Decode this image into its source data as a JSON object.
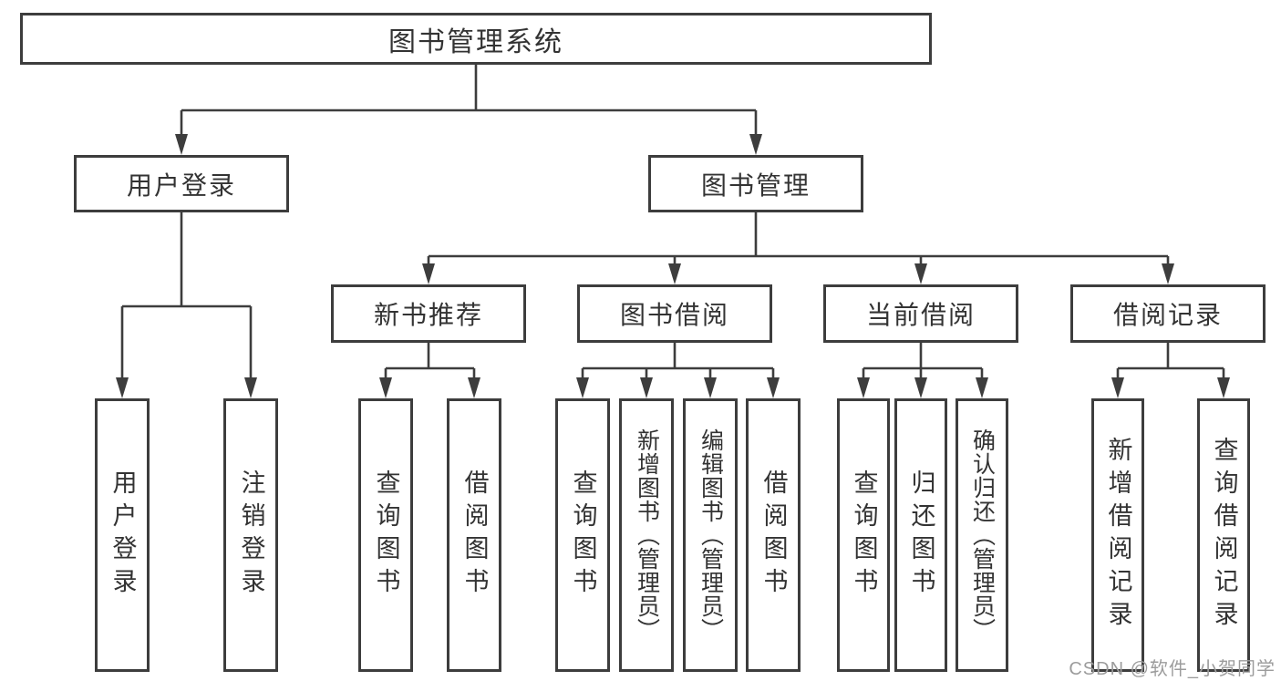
{
  "diagram": {
    "root": {
      "label": "图书管理系统"
    },
    "branches": [
      {
        "label": "用户登录",
        "children": [
          {
            "label": "用户登录"
          },
          {
            "label": "注销登录"
          }
        ]
      },
      {
        "label": "图书管理",
        "children": [
          {
            "label": "新书推荐",
            "children": [
              {
                "label": "查询图书"
              },
              {
                "label": "借阅图书"
              }
            ]
          },
          {
            "label": "图书借阅",
            "children": [
              {
                "label": "查询图书"
              },
              {
                "label": "新增图书（管理员）"
              },
              {
                "label": "编辑图书（管理员）"
              },
              {
                "label": "借阅图书"
              }
            ]
          },
          {
            "label": "当前借阅",
            "children": [
              {
                "label": "查询图书"
              },
              {
                "label": "归还图书"
              },
              {
                "label": "确认归还（管理员）"
              }
            ]
          },
          {
            "label": "借阅记录",
            "children": [
              {
                "label": "新增借阅记录"
              },
              {
                "label": "查询借阅记录"
              }
            ]
          }
        ]
      }
    ]
  },
  "watermark": {
    "text": "CSDN @软件_小贺同学"
  },
  "colors": {
    "line": "#3d3d3d",
    "text": "#333333",
    "watermark": "#9c9c9c",
    "background": "#ffffff"
  }
}
